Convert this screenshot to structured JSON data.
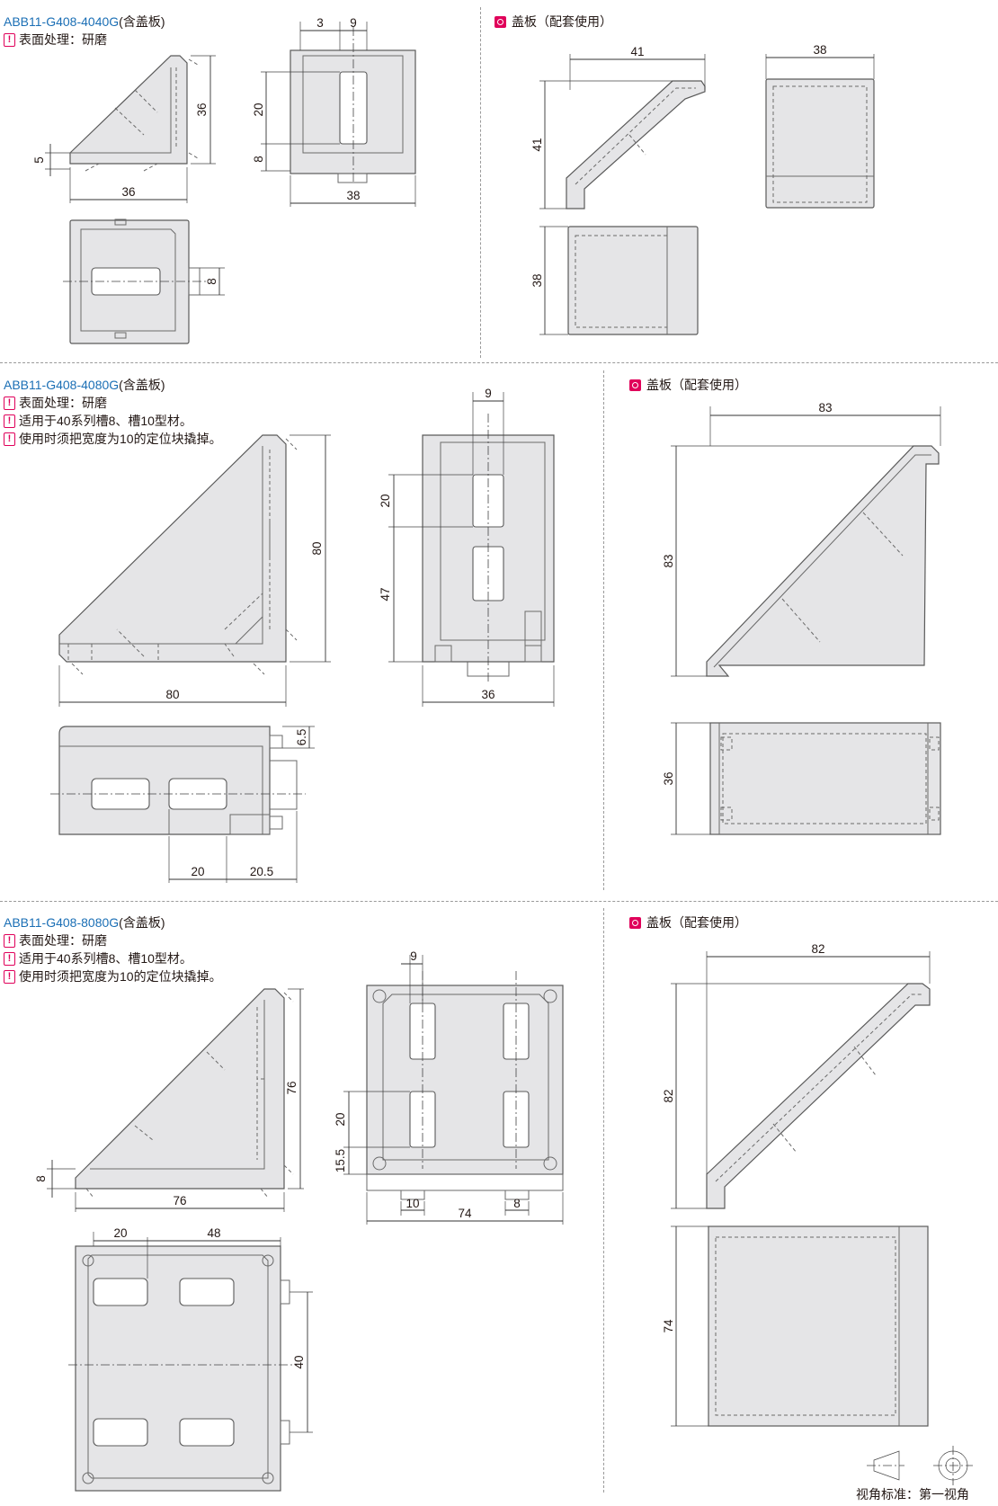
{
  "sections": [
    {
      "code": "ABB11-G408-4040G",
      "suffix": "(含盖板)",
      "notes": [
        "表面处理：研磨"
      ],
      "cover_label": "盖板（配套使用）",
      "dims": {
        "side_height": "36",
        "side_width": "36",
        "side_foot": "5",
        "front_top_a": "3",
        "front_top_b": "9",
        "front_h1": "20",
        "front_h2": "8",
        "front_width": "38",
        "bottom_tab": "8",
        "cover_w": "41",
        "cover_h": "41",
        "cover_front_w": "38",
        "cover_top_h": "38"
      }
    },
    {
      "code": "ABB11-G408-4080G",
      "suffix": "(含盖板)",
      "notes": [
        "表面处理：研磨",
        "适用于40系列槽8、槽10型材。",
        "使用时须把宽度为10的定位块撬掉。"
      ],
      "cover_label": "盖板（配套使用）",
      "dims": {
        "side_height": "80",
        "side_width": "80",
        "front_top": "9",
        "front_h1": "20",
        "front_h2": "47",
        "front_width": "36",
        "bottom_right": "6.5",
        "bottom_a": "20",
        "bottom_b": "20.5",
        "cover_w": "83",
        "cover_h": "83",
        "cover_top_h": "36"
      }
    },
    {
      "code": "ABB11-G408-8080G",
      "suffix": "(含盖板)",
      "notes": [
        "表面处理：研磨",
        "适用于40系列槽8、槽10型材。",
        "使用时须把宽度为10的定位块撬掉。"
      ],
      "cover_label": "盖板（配套使用）",
      "dims": {
        "side_height": "76",
        "side_width": "76",
        "side_foot": "8",
        "front_top": "9",
        "front_h1": "20",
        "front_h2": "15.5",
        "front_tab_a": "10",
        "front_width": "74",
        "front_tab_b": "8",
        "bottom_a": "20",
        "bottom_b": "48",
        "bottom_right": "40",
        "cover_w": "82",
        "cover_h": "82",
        "cover_top_h": "74"
      }
    }
  ],
  "footer": {
    "label": "视角标准：第一视角"
  }
}
